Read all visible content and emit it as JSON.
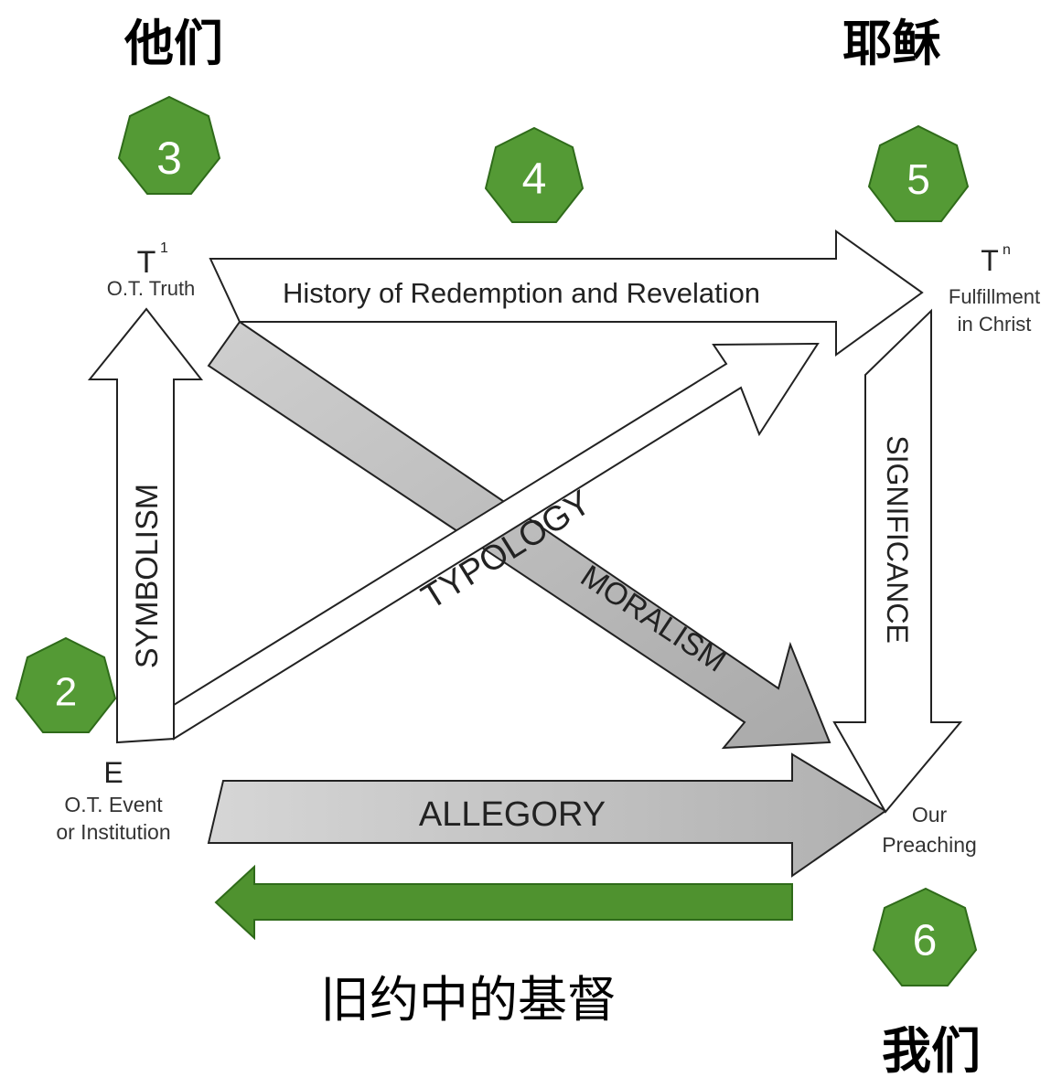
{
  "headings": {
    "them": "他们",
    "jesus": "耶稣",
    "us": "我们",
    "christ_in_ot": "旧约中的基督"
  },
  "badges": [
    {
      "id": "badge-2",
      "number": "2"
    },
    {
      "id": "badge-3",
      "number": "3"
    },
    {
      "id": "badge-4",
      "number": "4"
    },
    {
      "id": "badge-5",
      "number": "5"
    },
    {
      "id": "badge-6",
      "number": "6"
    }
  ],
  "nodes": {
    "t1": {
      "symbol": "T",
      "superscript": "1",
      "caption": "O.T. Truth"
    },
    "tn": {
      "symbol": "T",
      "superscript": "n",
      "caption_line1": "Fulfillment",
      "caption_line2": "in Christ"
    },
    "e": {
      "symbol": "E",
      "caption_line1": "O.T. Event",
      "caption_line2": "or Institution"
    },
    "preaching": {
      "caption_line1": "Our",
      "caption_line2": "Preaching"
    }
  },
  "arrows": {
    "history": "History of Redemption and Revelation",
    "symbolism": "SYMBOLISM",
    "typology": "TYPOLOGY",
    "moralism": "MORALISM",
    "significance": "SIGNIFICANCE",
    "allegory": "ALLEGORY"
  },
  "colors": {
    "badge_fill": "#549a35",
    "badge_stroke": "#2f6b1a",
    "green_arrow": "#4f922f",
    "gray_arrow": "#bdbdbd",
    "outline": "#222222"
  }
}
